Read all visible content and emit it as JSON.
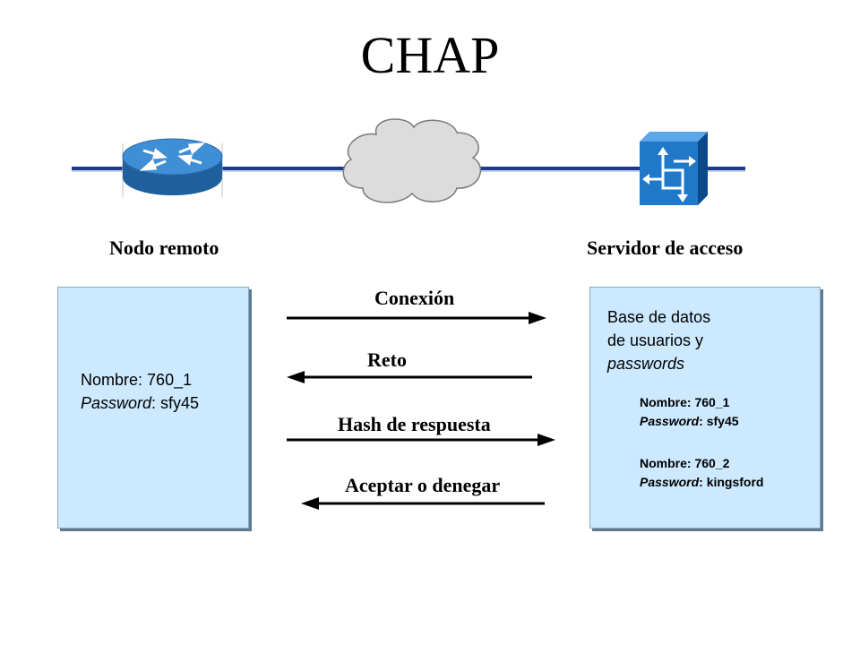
{
  "title": "CHAP",
  "nodes": {
    "remote_label": "Nodo remoto",
    "server_label": "Servidor de acceso"
  },
  "remote_box": {
    "name_key": "Nombre:",
    "name_value": "760_1",
    "password_key": "Password",
    "password_value": "sfy45"
  },
  "server_box": {
    "heading_line1": "Base de datos",
    "heading_line2": "de usuarios y",
    "heading_line3": "passwords",
    "users": [
      {
        "name_key": "Nombre:",
        "name_value": "760_1",
        "password_key": "Password",
        "password_value": "sfy45"
      },
      {
        "name_key": "Nombre:",
        "name_value": "760_2",
        "password_key": "Password",
        "password_value": "kingsford"
      }
    ]
  },
  "messages": [
    {
      "label": "Conexión",
      "direction": "right"
    },
    {
      "label": "Reto",
      "direction": "left"
    },
    {
      "label": "Hash de respuesta",
      "direction": "right"
    },
    {
      "label": "Aceptar o denegar",
      "direction": "left"
    }
  ],
  "colors": {
    "box_fill": "#cce9ff",
    "device_blue": "#2e7bc4",
    "line_blue": "#1a3a8c"
  }
}
